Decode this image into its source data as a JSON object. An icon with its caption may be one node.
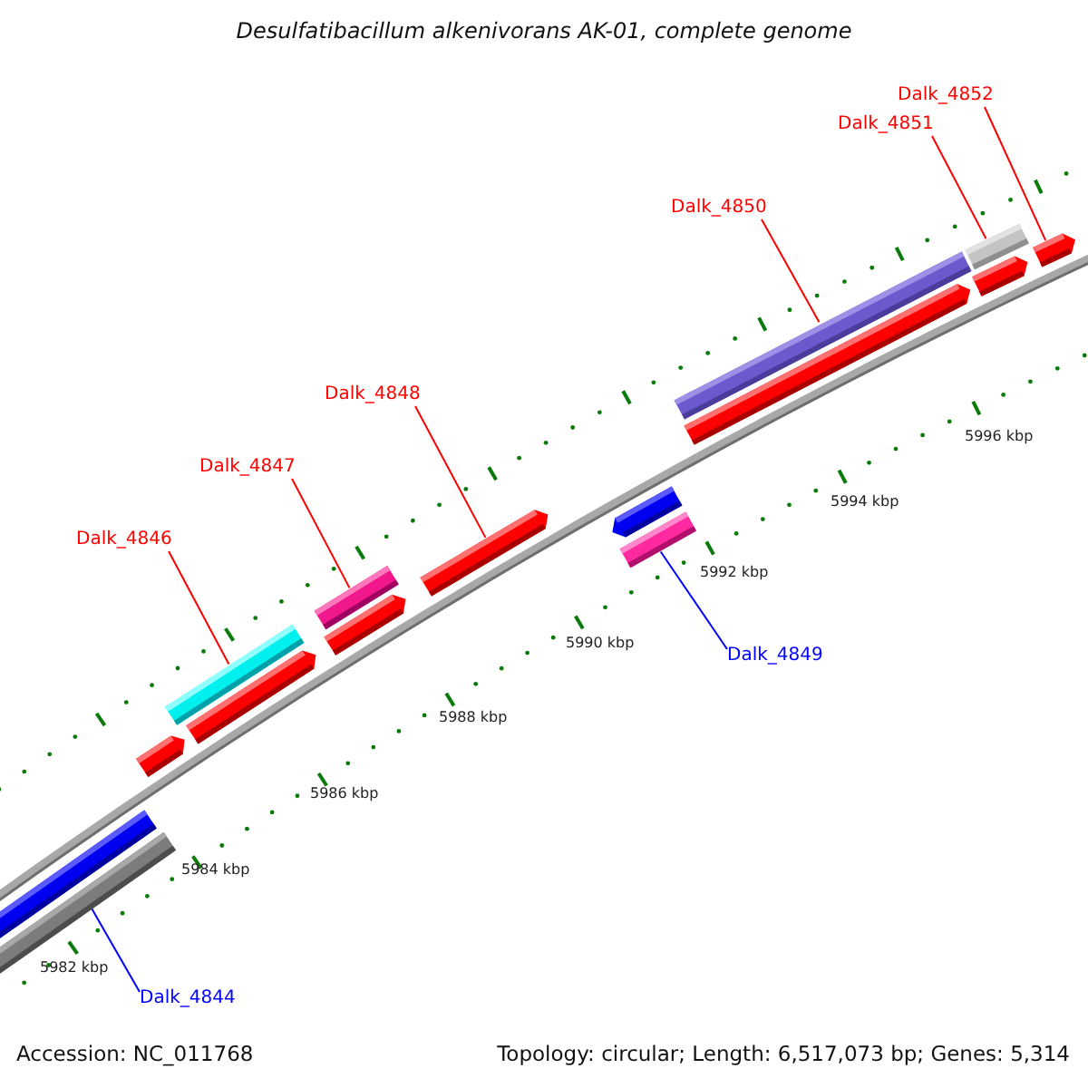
{
  "diagram": {
    "title": "Desulfatibacillum alkenivorans AK-01, complete genome",
    "nodes": [
      {
        "text": [
          "Dalk_4852"
        ]
      },
      {
        "text": [
          "Dalk_4851"
        ]
      },
      {
        "text": [
          "Dalk_4850"
        ]
      },
      {
        "text": [
          "Dalk_4848"
        ]
      },
      {
        "text": [
          "Dalk_4847"
        ]
      },
      {
        "text": [
          "Dalk_4846"
        ]
      },
      {
        "text": [
          "Dalk_4849"
        ]
      },
      {
        "text": [
          "Dalk_4844"
        ]
      },
      {
        "text": [],
        "shape": "bar"
      },
      {
        "text": [],
        "shape": "bar"
      },
      {
        "text": [],
        "shape": "bar"
      },
      {
        "text": [],
        "shape": "arrow"
      },
      {
        "text": [],
        "shape": "bar"
      },
      {
        "text": [],
        "shape": "bar"
      },
      {
        "text": [],
        "shape": "bar"
      },
      {
        "text": [],
        "shape": "arrow"
      }
    ],
    "edges": [
      {
        "from": 0,
        "to": 15,
        "arrow": "none"
      },
      {
        "from": 1,
        "to": 14,
        "arrow": "none"
      },
      {
        "from": 2,
        "to": 13,
        "arrow": "none"
      },
      {
        "from": 3,
        "to": 11,
        "arrow": "none"
      },
      {
        "from": 4,
        "to": 10,
        "arrow": "none"
      },
      {
        "from": 5,
        "to": 9,
        "arrow": "none"
      },
      {
        "from": 6,
        "to": 12,
        "arrow": "none",
        "color": "#0000ff"
      },
      {
        "from": 7,
        "to": 8,
        "arrow": "none",
        "color": "#0000ff"
      }
    ],
    "labels": [
      "5996 kbp",
      "5994 kbp",
      "5992 kbp",
      "5990 kbp",
      "5988 kbp",
      "5986 kbp",
      "5984 kbp",
      "5982 kbp",
      "Accession: NC_011768",
      "Topology: circular; Length: 6,517,073 bp; Genes: 5,314"
    ]
  }
}
